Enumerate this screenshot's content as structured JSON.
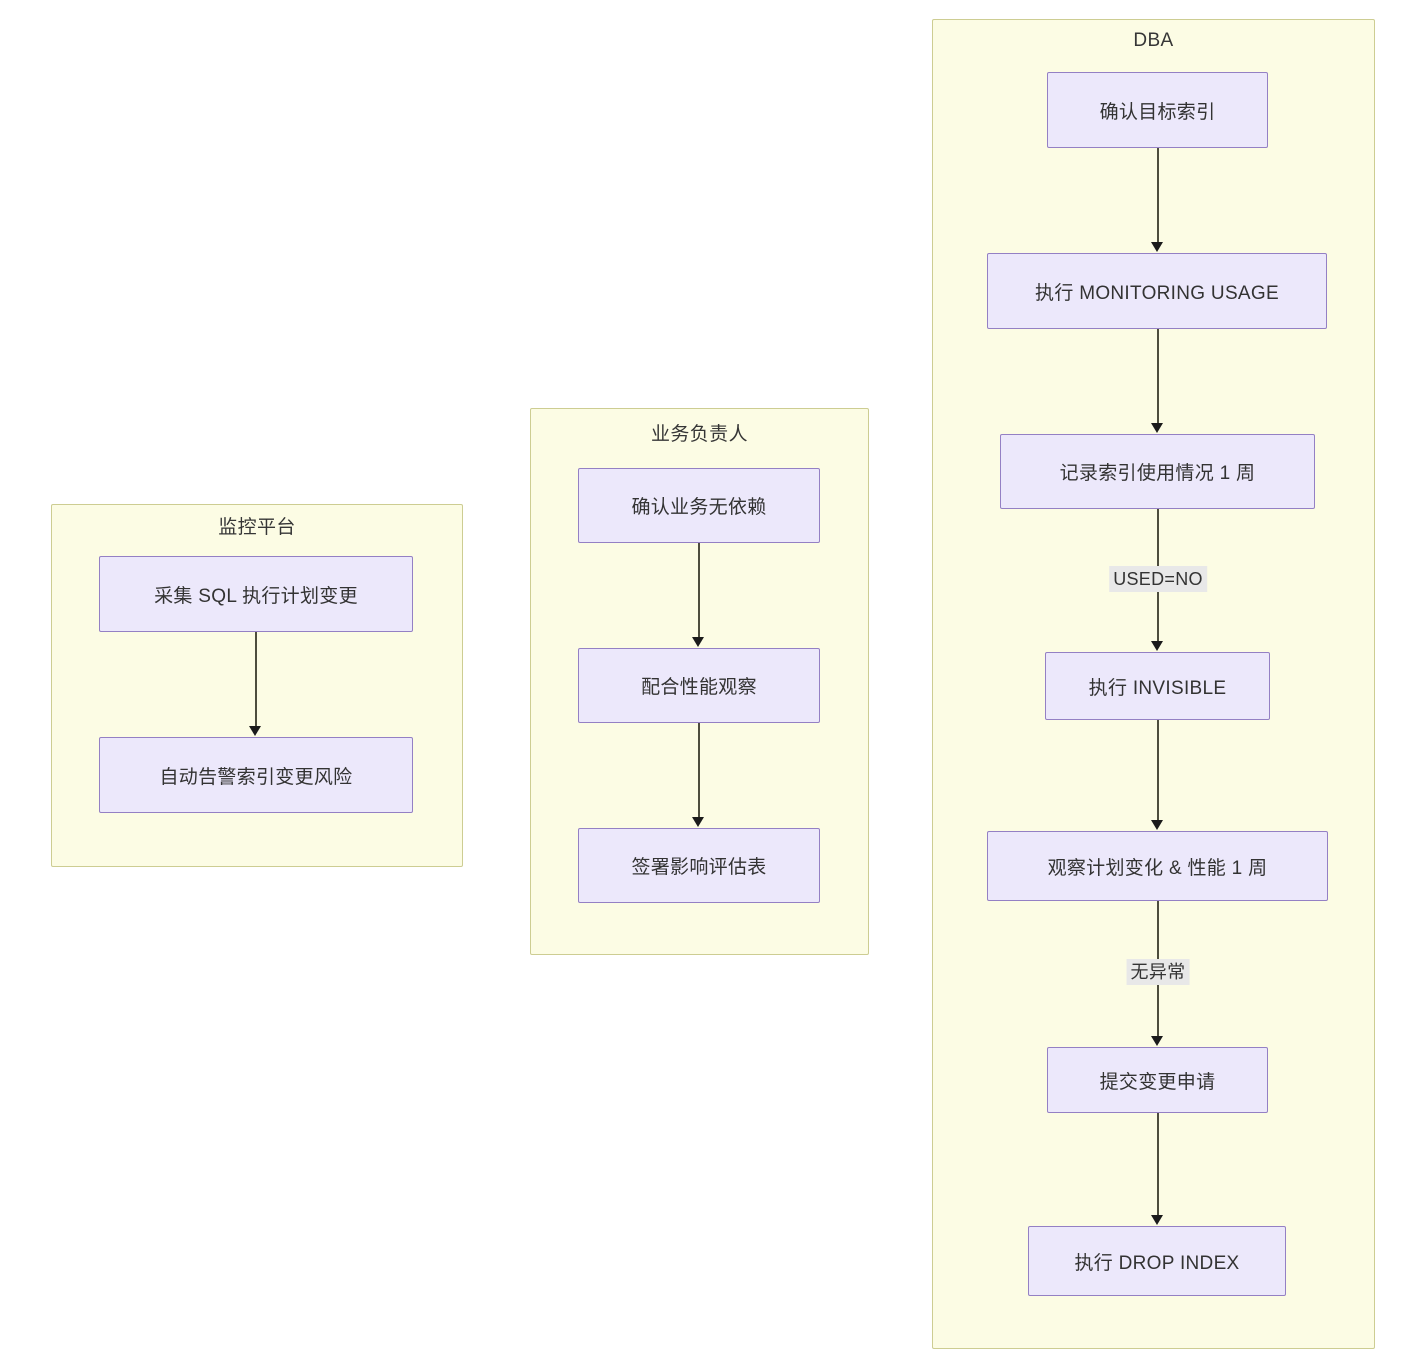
{
  "diagram": {
    "type": "swimlane-flowchart",
    "background": "#FFFFFF",
    "colors": {
      "lane_fill": "#FCFCE4",
      "lane_border": "#CDCD92",
      "node_fill": "#ECE8FB",
      "node_border": "#9480C4",
      "edge_stroke": "#4D4D3D",
      "edge_label_bg": "#E8E8E8",
      "text": "#333333"
    },
    "lanes": [
      {
        "id": "monitor",
        "title": "监控平台",
        "nodes": [
          {
            "id": "m1",
            "label": "采集 SQL 执行计划变更"
          },
          {
            "id": "m2",
            "label": "自动告警索引变更风险"
          }
        ],
        "edges": [
          {
            "from": "m1",
            "to": "m2",
            "label": ""
          }
        ]
      },
      {
        "id": "business",
        "title": "业务负责人",
        "nodes": [
          {
            "id": "b1",
            "label": "确认业务无依赖"
          },
          {
            "id": "b2",
            "label": "配合性能观察"
          },
          {
            "id": "b3",
            "label": "签署影响评估表"
          }
        ],
        "edges": [
          {
            "from": "b1",
            "to": "b2",
            "label": ""
          },
          {
            "from": "b2",
            "to": "b3",
            "label": ""
          }
        ]
      },
      {
        "id": "dba",
        "title": "DBA",
        "nodes": [
          {
            "id": "d1",
            "label": "确认目标索引"
          },
          {
            "id": "d2",
            "label": "执行 MONITORING USAGE"
          },
          {
            "id": "d3",
            "label": "记录索引使用情况 1 周"
          },
          {
            "id": "d4",
            "label": "执行 INVISIBLE"
          },
          {
            "id": "d5",
            "label": "观察计划变化 & 性能 1 周"
          },
          {
            "id": "d6",
            "label": "提交变更申请"
          },
          {
            "id": "d7",
            "label": "执行 DROP INDEX"
          }
        ],
        "edges": [
          {
            "from": "d1",
            "to": "d2",
            "label": ""
          },
          {
            "from": "d2",
            "to": "d3",
            "label": ""
          },
          {
            "from": "d3",
            "to": "d4",
            "label": "USED=NO"
          },
          {
            "from": "d4",
            "to": "d5",
            "label": ""
          },
          {
            "from": "d5",
            "to": "d6",
            "label": "无异常"
          },
          {
            "from": "d6",
            "to": "d7",
            "label": ""
          }
        ]
      }
    ]
  }
}
